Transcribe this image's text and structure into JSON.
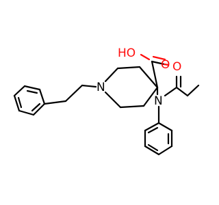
{
  "molecule": {
    "colors": {
      "bond": "#000000",
      "oxygen": "#ff0d0d",
      "nitrogen": "#3050f8",
      "background": "#ffffff"
    },
    "labels": {
      "carboxyl_oh": "HO",
      "carboxyl_o": "O",
      "amide_o": "O",
      "piperidine_n": "N",
      "amide_n": "N"
    }
  }
}
